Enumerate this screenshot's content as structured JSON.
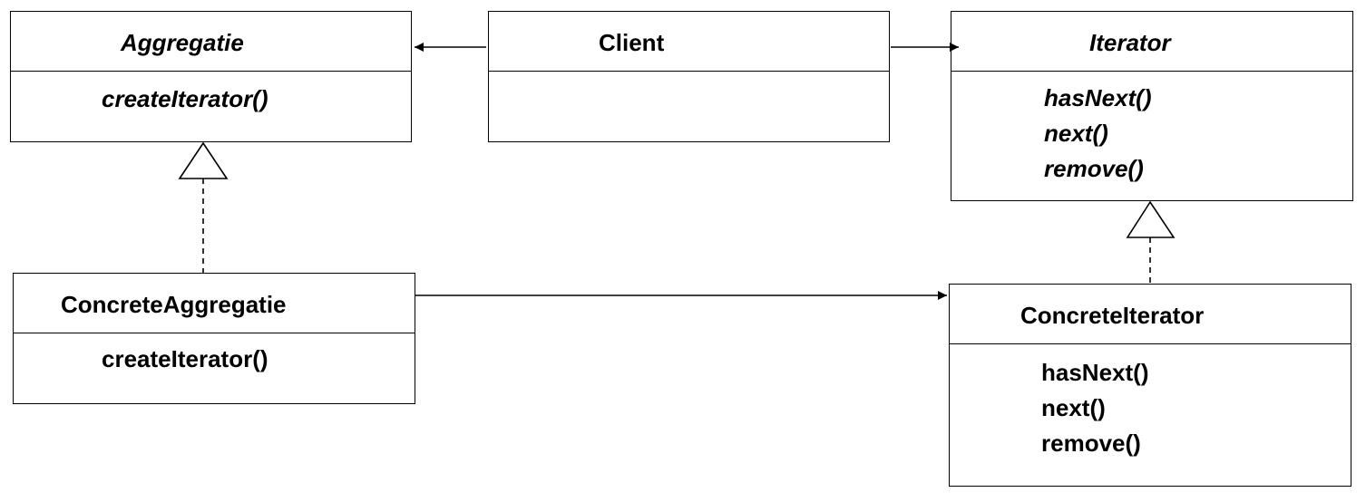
{
  "classes": {
    "aggregatie": {
      "name": "Aggregatie",
      "methods": [
        "createIterator()"
      ]
    },
    "client": {
      "name": "Client",
      "methods": []
    },
    "iterator": {
      "name": "Iterator",
      "methods": [
        "hasNext()",
        "next()",
        "remove()"
      ]
    },
    "concrete_aggregatie": {
      "name": "ConcreteAggregatie",
      "methods": [
        "createIterator()"
      ]
    },
    "concrete_iterator": {
      "name": "ConcreteIterator",
      "methods": [
        "hasNext()",
        "next()",
        "remove()"
      ]
    }
  },
  "relations": [
    {
      "from": "Client",
      "to": "Aggregatie",
      "type": "association"
    },
    {
      "from": "Client",
      "to": "Iterator",
      "type": "association"
    },
    {
      "from": "ConcreteAggregatie",
      "to": "Aggregatie",
      "type": "realization"
    },
    {
      "from": "ConcreteIterator",
      "to": "Iterator",
      "type": "realization"
    },
    {
      "from": "ConcreteAggregatie",
      "to": "ConcreteIterator",
      "type": "association"
    }
  ]
}
